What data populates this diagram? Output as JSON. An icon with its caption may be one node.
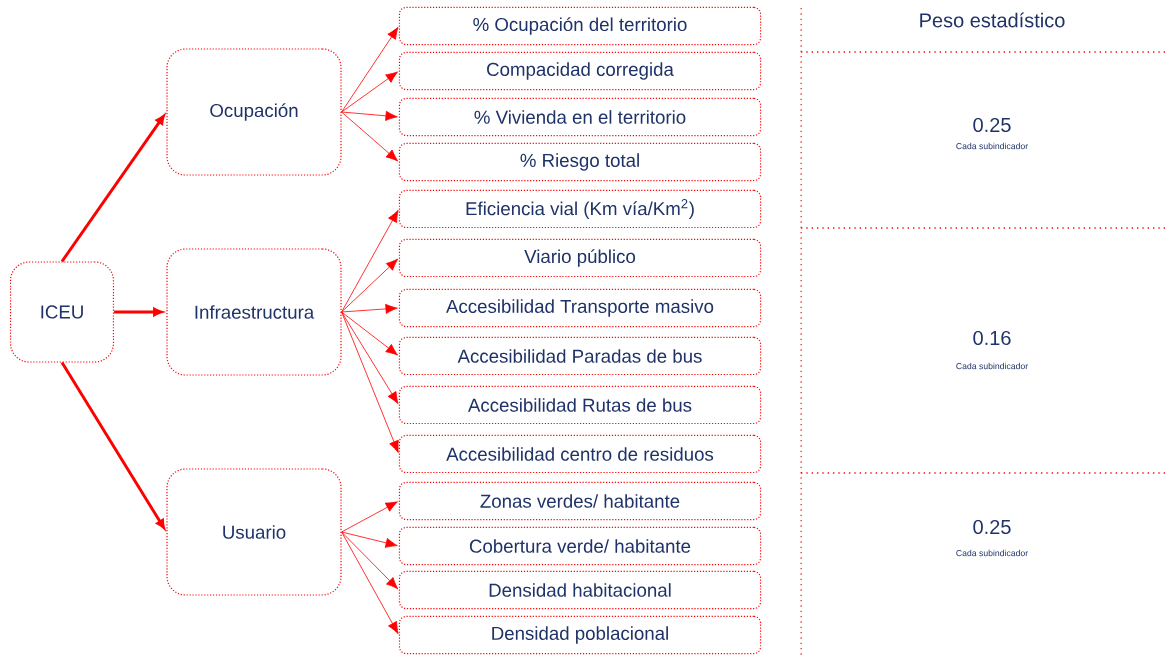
{
  "diagram": {
    "nodes": [
      {
        "text": [
          "ICEU"
        ]
      },
      {
        "text": [
          "Ocupación"
        ]
      },
      {
        "text": [
          "% Ocupación del territorio"
        ]
      },
      {
        "text": [
          "Compacidad corregida"
        ]
      },
      {
        "text": [
          "% Vivienda en el territorio"
        ]
      },
      {
        "text": [
          "% Riesgo total"
        ]
      },
      {
        "text": [
          "Infraestructura"
        ]
      },
      {
        "text": [
          "Eficiencia vial (Km vía/Km$^{2}$)"
        ]
      },
      {
        "text": [
          "Viario público"
        ]
      },
      {
        "text": [
          "Accesibilidad Transporte masivo"
        ]
      },
      {
        "text": [
          "Accesibilidad Paradas de bus"
        ]
      },
      {
        "text": [
          "Accesibilidad Rutas de bus"
        ]
      },
      {
        "text": [
          "Accesibilidad centro de residuos"
        ]
      },
      {
        "text": [
          "Usuario"
        ]
      },
      {
        "text": [
          "Zonas verdes/ habitante"
        ]
      },
      {
        "text": [
          "Cobertura verde/ habitante"
        ]
      },
      {
        "text": [
          "Densidad habitacional"
        ]
      },
      {
        "text": [
          "Densidad poblacional"
        ]
      }
    ],
    "edges": [
      {
        "from": 0,
        "to": 1,
        "arrow": "to",
        "style": "thick"
      },
      {
        "from": 0,
        "to": 6,
        "arrow": "to",
        "style": "thick"
      },
      {
        "from": 0,
        "to": 13,
        "arrow": "to",
        "style": "thick"
      },
      {
        "from": 1,
        "to": 2,
        "arrow": "to"
      },
      {
        "from": 1,
        "to": 3,
        "arrow": "to"
      },
      {
        "from": 1,
        "to": 4,
        "arrow": "to"
      },
      {
        "from": 1,
        "to": 5,
        "arrow": "to"
      },
      {
        "from": 6,
        "to": 7,
        "arrow": "to"
      },
      {
        "from": 6,
        "to": 8,
        "arrow": "to"
      },
      {
        "from": 6,
        "to": 9,
        "arrow": "to"
      },
      {
        "from": 6,
        "to": 10,
        "arrow": "to"
      },
      {
        "from": 6,
        "to": 11,
        "arrow": "to"
      },
      {
        "from": 6,
        "to": 12,
        "arrow": "to"
      },
      {
        "from": 13,
        "to": 14,
        "arrow": "to"
      },
      {
        "from": 13,
        "to": 15,
        "arrow": "to"
      },
      {
        "from": 13,
        "to": 16,
        "arrow": "to"
      },
      {
        "from": 13,
        "to": 17,
        "arrow": "to"
      }
    ],
    "labels": [
      "Peso estadístico",
      "0.25",
      "Cada subindicador",
      "0.16",
      "Cada subindicador",
      "0.25",
      "Cada subindicador"
    ]
  }
}
